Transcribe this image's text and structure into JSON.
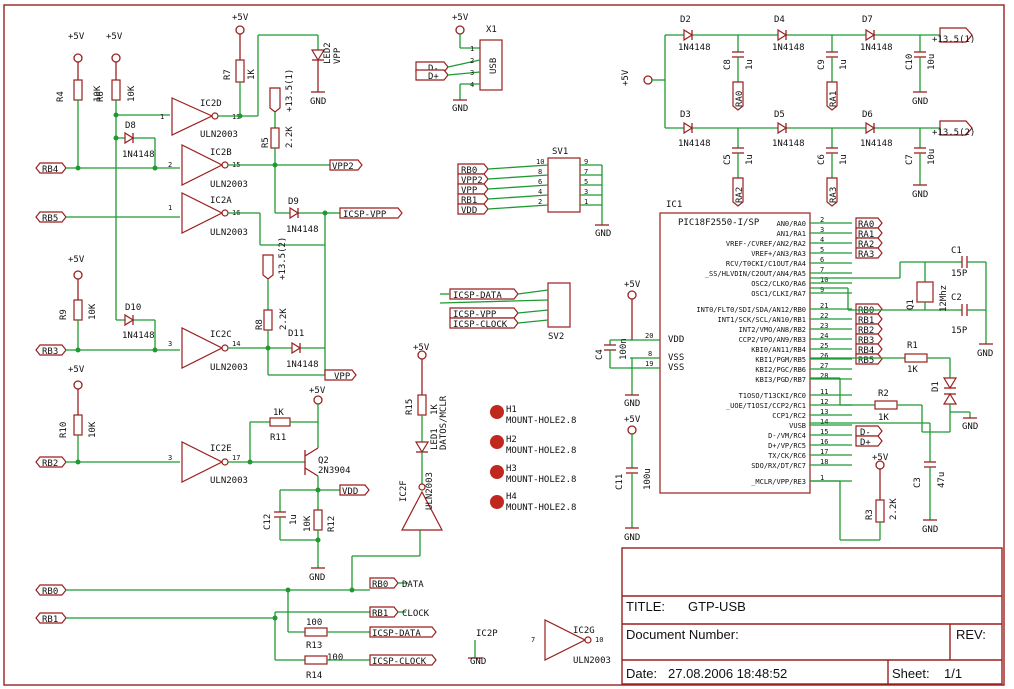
{
  "title_block": {
    "title_label": "TITLE:",
    "title_value": "GTP-USB",
    "document_number_label": "Document Number:",
    "rev_label": "REV:",
    "date_label": "Date:",
    "date_value": "27.08.2006 18:48:52",
    "sheet_label": "Sheet:",
    "sheet_value": "1/1"
  },
  "power": {
    "vcc": "+5V",
    "gnd": "GND"
  },
  "nets": {
    "rb4": "RB4",
    "rb5": "RB5",
    "rb3": "RB3",
    "rb2": "RB2",
    "rb0": "RB0",
    "rb1": "RB1",
    "vpp2": "VPP2",
    "vpp": "VPP",
    "icsp_vpp": "ICSP-VPP",
    "vdd": "VDD",
    "data": "DATA",
    "clock": "CLOCK",
    "icsp_data": "ICSP-DATA",
    "icsp_clock": "ICSP-CLOCK",
    "dminus": "D-",
    "dplus": "D+",
    "ra0": "RA0",
    "ra1": "RA1",
    "ra2": "RA2",
    "ra3": "RA3",
    "v135_1": "+13.5(1)",
    "v135_2": "+13.5(2)"
  },
  "components": {
    "r4": "R4",
    "r4v": "10K",
    "r6": "R6",
    "r6v": "10K",
    "r7": "R7",
    "r7v": "1K",
    "r5": "R5",
    "r5v": "2.2K",
    "r9": "R9",
    "r9v": "10K",
    "r8": "R8",
    "r8v": "2.2K",
    "r10": "R10",
    "r10v": "10K",
    "r11": "R11",
    "r11v": "1K",
    "r12": "R12",
    "r12v": "10K",
    "r13": "R13",
    "r13v": "100",
    "r14": "R14",
    "r14v": "100",
    "r15": "R15",
    "r15v": "1K",
    "r1": "R1",
    "r1v": "1K",
    "r2": "R2",
    "r2v": "1K",
    "r3": "R3",
    "r3v": "2.2K",
    "d8": "D8",
    "d9": "D9",
    "d10": "D10",
    "d11": "D11",
    "d2": "D2",
    "d3": "D3",
    "d4": "D4",
    "d5": "D5",
    "d6": "D6",
    "d7": "D7",
    "d1n": "1N4148",
    "ic2a": "IC2A",
    "ic2b": "IC2B",
    "ic2c": "IC2C",
    "ic2d": "IC2D",
    "ic2e": "IC2E",
    "ic2f": "IC2F",
    "ic2g": "IC2G",
    "ic2p": "IC2P",
    "uln": "ULN2003",
    "q2": "Q2",
    "q2v": "2N3904",
    "c12": "C12",
    "c12v": "1u",
    "led2": "LED2",
    "led2v": "VPP",
    "led1": "LED1",
    "led1v": "DATOS/MCLR",
    "x1": "X1",
    "usb": "USB",
    "sv1": "SV1",
    "sv2": "SV2",
    "ic1": "IC1",
    "ic1v": "PIC18F2550-I/SP",
    "c1": "C1",
    "c1v": "15P",
    "c2": "C2",
    "c2v": "15P",
    "q1": "Q1",
    "q1v": "12Mhz",
    "c3": "C3",
    "c3v": "47u",
    "c4": "C4",
    "c4v": "100n",
    "c11": "C11",
    "c11v": "100u",
    "c5": "C5",
    "c6": "C6",
    "c7": "C7",
    "c8": "C8",
    "c9": "C9",
    "c10": "C10",
    "cu": "1u",
    "c7v": "10u",
    "c10v": "10u",
    "d1led": "D1",
    "h1": "H1",
    "h2": "H2",
    "h3": "H3",
    "h4": "H4",
    "hv": "MOUNT-HOLE2.8"
  },
  "ic1_pins_left": [
    "AN0/RA0",
    "AN1/RA1",
    "VREF-/CVREF/AN2/RA2",
    "VREF+/AN3/RA3",
    "RCV/T0CKI/C1OUT/RA4",
    "_SS/HLVDIN/C2OUT/AN4/RA5",
    "OSC2/CLKO/RA6",
    "OSC1/CLKI/RA7",
    "INT0/FLT0/SDI/SDA/AN12/RB0",
    "INT1/SCK/SCL/AN10/RB1",
    "INT2/VMO/AN8/RB2",
    "CCP2/VPO/AN9/RB3",
    "KBI0/AN11/RB4",
    "KBI1/PGM/RB5",
    "KBI2/PGC/RB6",
    "KBI3/PGD/RB7",
    "T1OSO/T13CKI/RC0",
    "_UOE/T1OSI/CCP2/RC1",
    "CCP1/RC2",
    "VUSB",
    "D-/VM/RC4",
    "D+/VP/RC5",
    "TX/CK/RC6",
    "SDO/RX/DT/RC7",
    "_MCLR/VPP/RE3"
  ],
  "ic1_pins_num": [
    "2",
    "3",
    "4",
    "5",
    "6",
    "7",
    "10",
    "9",
    "21",
    "22",
    "23",
    "24",
    "25",
    "26",
    "27",
    "28",
    "11",
    "12",
    "13",
    "14",
    "15",
    "16",
    "17",
    "18",
    "1"
  ],
  "ic1_vdd": "VDD",
  "ic1_vss": "VSS",
  "ic1_vdd_pin": "20",
  "ic1_vss_pin1": "8",
  "ic1_vss_pin2": "19",
  "sv1_pins": [
    "10",
    "9",
    "8",
    "7",
    "6",
    "5",
    "4",
    "3",
    "2",
    "1"
  ],
  "x1_pins": [
    "1",
    "2",
    "3",
    "4"
  ]
}
